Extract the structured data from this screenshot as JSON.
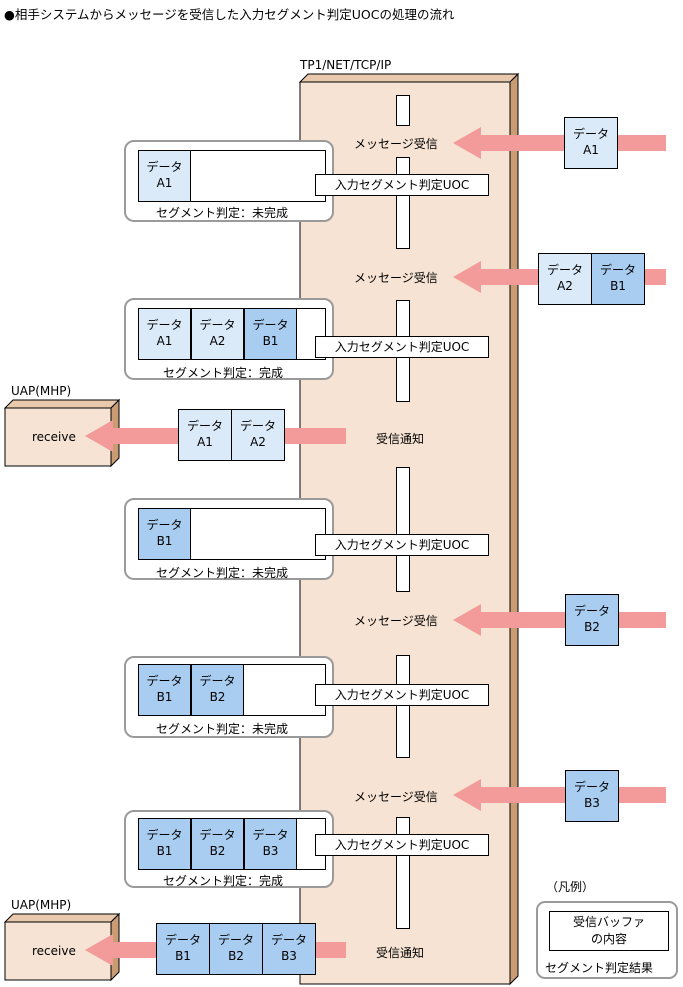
{
  "title": "●相手システムからメッセージを受信した入力セグメント判定UOCの処理の流れ",
  "server_label": "TP1/NET/TCP/IP",
  "msg_receive": "メッセージ受信",
  "uoc_label": "入力セグメント判定UOC",
  "notify_label": "受信通知",
  "uap_label": "UAP(MHP)",
  "receive_label": "receive",
  "seg_incomplete": "セグメント判定：未完成",
  "seg_complete": "セグメント判定：完成",
  "data_word": "データ",
  "ids": {
    "a1": "A1",
    "a2": "A2",
    "b1": "B1",
    "b2": "B2",
    "b3": "B3"
  },
  "legend": {
    "title": "（凡例）",
    "buffer_line1": "受信バッファ",
    "buffer_line2": "の内容",
    "result": "セグメント判定結果"
  },
  "colors": {
    "server": "#f6e3d3",
    "arrow": "#f39a9a",
    "data_a": "#dbeaf8",
    "data_b": "#a9cdf0"
  }
}
